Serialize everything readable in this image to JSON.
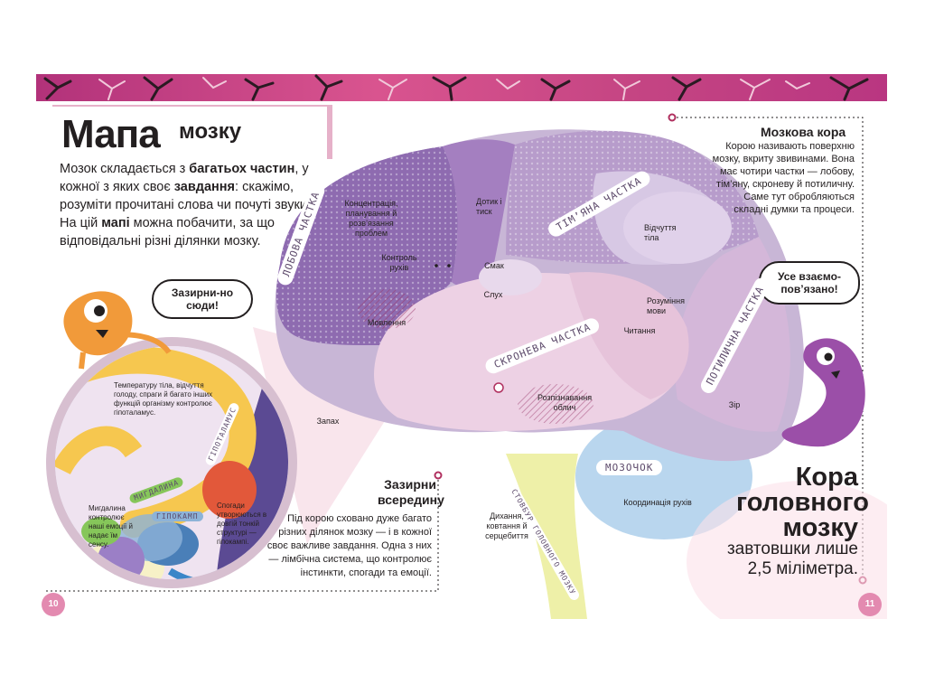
{
  "heading": {
    "title_big": "Мапа",
    "title_small": "мозку"
  },
  "intro": {
    "p1": "Мозок складається з ",
    "b1": "багатьох частин",
    "p2": ", у кожної з яких своє ",
    "b2": "завдання",
    "p3": ": скажімо, розуміти прочитані слова чи почуті звуки. На цій ",
    "b3": "мапі",
    "p4": " можна побачити, за що відповідальні різні ділянки мозку."
  },
  "bubbles": {
    "left": "Зазирни-но сюди!",
    "right": "Усе взаємо-пов’язано!"
  },
  "cortex": {
    "title": "Мозкова кора",
    "text": "Корою називають поверхню мозку, вкриту звивинами. Вона має чотири частки — лобову, тім’яну, скроневу й потиличну. Саме тут обробляються складні думки та процеси."
  },
  "lobes": {
    "frontal": "ЛОБОВА ЧАСТКА",
    "parietal": "ТІМ’ЯНА ЧАСТКА",
    "temporal": "СКРОНЕВА ЧАСТКА",
    "occipital": "ПОТИЛИЧНА ЧАСТКА",
    "cerebellum": "МОЗОЧОК",
    "brainstem": "СТОВБУР ГОЛОВНОГО МОЗКУ"
  },
  "areas": {
    "concentration": "Концентрація, планування й розв’язання проблем",
    "movement": "Контроль рухів",
    "speech": "Мовлення",
    "touch": "Дотик і тиск",
    "taste": "Смак",
    "hearing": "Слух",
    "body_sense": "Відчуття тіла",
    "language": "Розуміння мови",
    "reading": "Читання",
    "vision": "Зір",
    "smell": "Запах",
    "faces": "Розпізнавання облич",
    "coordination": "Координація рухів",
    "breathing": "Дихання, ковтання й серцебиття"
  },
  "limbic": {
    "hypothalamus_text": "Температуру тіла, відчуття голоду, спраги й багато інших функцій організму контролює гіпоталамус.",
    "hypothalamus": "ГІПОТАЛАМУС",
    "amygdala": "МИГДАЛИНА",
    "amygdala_text": "Мигдалина контролює наші емоції й надає їм сенсу.",
    "hippocampus": "ГІПОКАМП",
    "hippocampus_text": "Спогади утворюються в довгій тонкій структурі — гіпокампі."
  },
  "inside": {
    "title": "Зазирни всередину",
    "text": "Під корою сховано дуже багато різних ділянок мозку — і в кожної своє важливе завдання. Одна з них — лімбічна система, що контролює інстинкти, спогади та емоції."
  },
  "fact": {
    "title": "Кора головного мозку",
    "text": "завтовшки лише 2,5 міліметра."
  },
  "pages": {
    "left": "10",
    "right": "11"
  }
}
